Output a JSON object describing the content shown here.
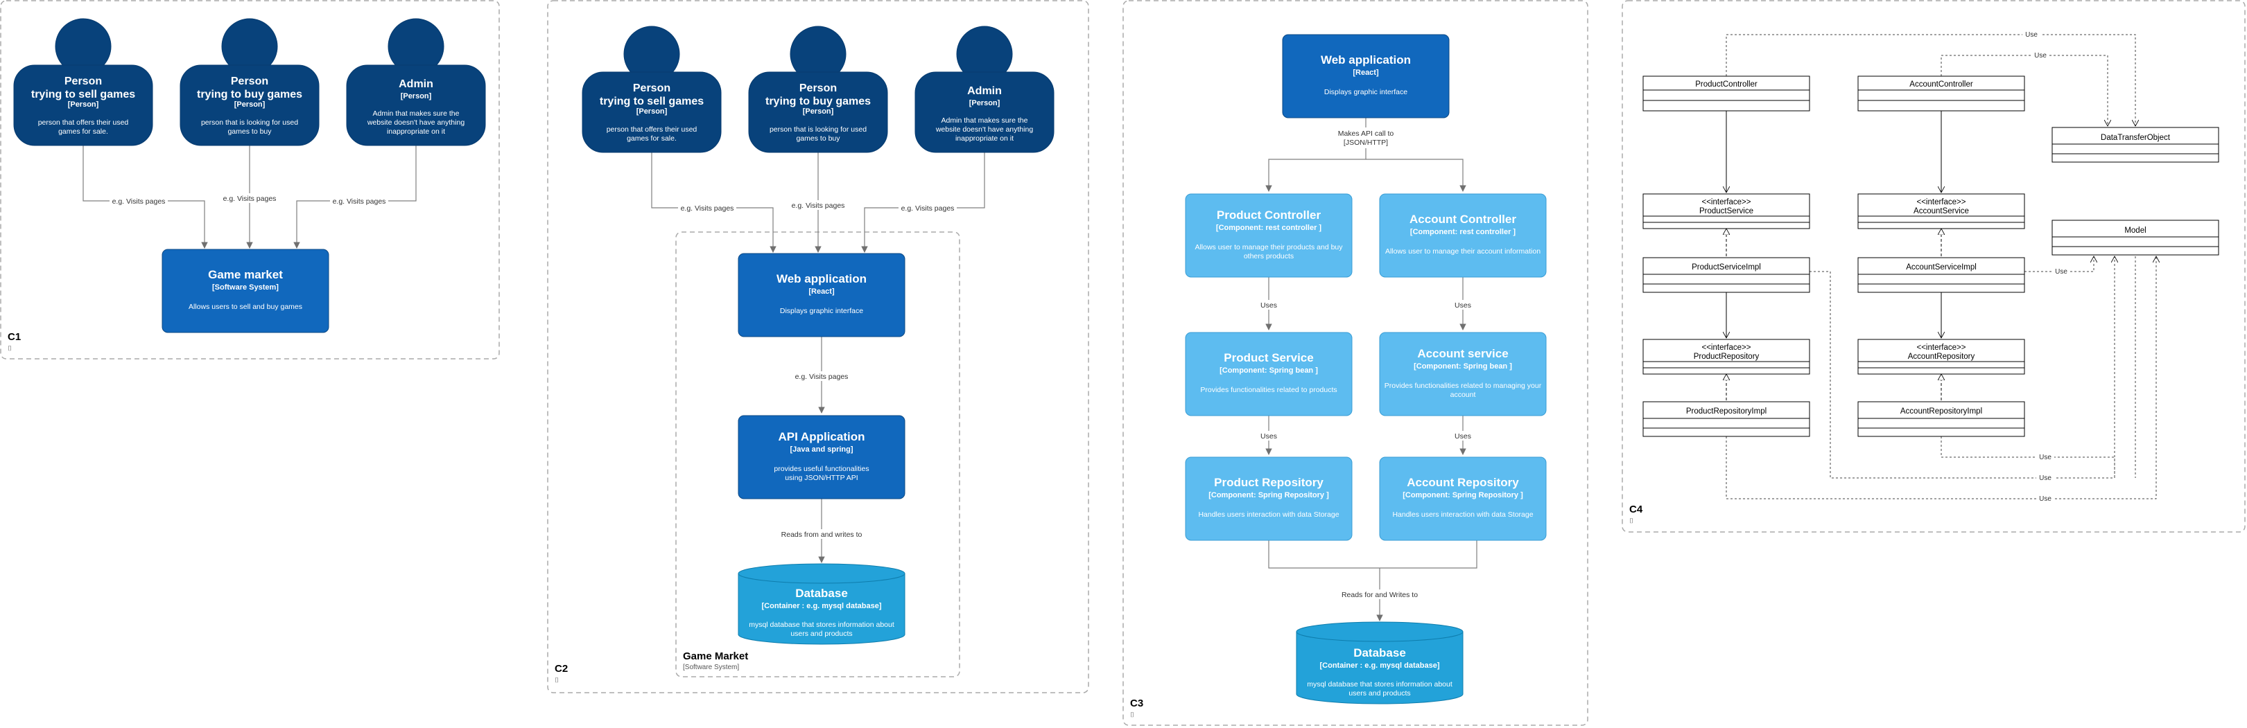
{
  "frames": [
    {
      "id": "c1",
      "label": "C1",
      "marker": "⌷"
    },
    {
      "id": "c2",
      "label": "C2",
      "marker": "⌷"
    },
    {
      "id": "c3",
      "label": "C3",
      "marker": "⌷"
    },
    {
      "id": "c4",
      "label": "C4",
      "marker": "⌷"
    }
  ],
  "c1": {
    "seller": {
      "title1": "Person",
      "title2": "trying to sell games",
      "tech": "[Person]",
      "desc1": "person that offers their used",
      "desc2": "games for sale."
    },
    "buyer": {
      "title1": "Person",
      "title2": "trying to buy games",
      "tech": "[Person]",
      "desc1": "person that is looking for used",
      "desc2": "games to buy"
    },
    "admin": {
      "title1": "Admin",
      "tech": "[Person]",
      "desc1": "Admin that makes sure the",
      "desc2": "website doesn't have anything",
      "desc3": "inappropriate on it"
    },
    "market": {
      "title": "Game market",
      "tech": "[Software System]",
      "desc": "Allows users to sell and buy games"
    },
    "edge_labels": [
      "e.g. Visits pages",
      "e.g. Visits pages",
      "e.g. Visits pages"
    ]
  },
  "c2": {
    "seller": {
      "title1": "Person",
      "title2": "trying to sell games",
      "tech": "[Person]",
      "desc1": "person that offers their used",
      "desc2": "games for sale."
    },
    "buyer": {
      "title1": "Person",
      "title2": "trying to buy games",
      "tech": "[Person]",
      "desc1": "person that is looking for used",
      "desc2": "games to buy"
    },
    "admin": {
      "title1": "Admin",
      "tech": "[Person]",
      "desc1": "Admin that makes sure the",
      "desc2": "website doesn't have anything",
      "desc3": "inappropriate on it"
    },
    "boundary": {
      "title": "Game Market",
      "sub": "[Software System]"
    },
    "webapp": {
      "title": "Web application",
      "tech": "[React]",
      "desc": "Displays graphic interface"
    },
    "api": {
      "title": "API Application",
      "tech": "[Java and spring]",
      "desc1": "provides useful functionalities",
      "desc2": "using JSON/HTTP API"
    },
    "db": {
      "title": "Database",
      "tech": "[Container : e.g. mysql database]",
      "desc1": "mysql database that stores information about",
      "desc2": "users and products"
    },
    "edge_labels": [
      "e.g. Visits pages",
      "e.g. Visits pages",
      "e.g. Visits pages",
      "e.g. Visits pages",
      "Reads from and writes to"
    ]
  },
  "c3": {
    "webapp": {
      "title": "Web application",
      "tech": "[React]",
      "desc": "Displays graphic interface"
    },
    "api_call": {
      "line1": "Makes API call to",
      "line2": "[JSON/HTTP]"
    },
    "product_controller": {
      "title": "Product Controller",
      "tech": "[Component: rest controller ]",
      "desc1": "Allows user to manage their products and buy",
      "desc2": "others products"
    },
    "account_controller": {
      "title": "Account Controller",
      "tech": "[Component: rest controller ]",
      "desc1": "Allows user to manage their account information"
    },
    "product_service": {
      "title": "Product Service",
      "tech": "[Component: Spring bean ]",
      "desc1": "Provides functionalities related to products"
    },
    "account_service": {
      "title": "Account service",
      "tech": "[Component: Spring bean ]",
      "desc1": "Provides functionalities related to managing your",
      "desc2": "account"
    },
    "product_repository": {
      "title": "Product Repository",
      "tech": "[Component: Spring Repository ]",
      "desc1": "Handles users interaction with data Storage"
    },
    "account_repository": {
      "title": "Account Repository",
      "tech": "[Component: Spring Repository ]",
      "desc1": "Handles users interaction with data Storage"
    },
    "db": {
      "title": "Database",
      "tech": "[Container : e.g. mysql database]",
      "desc1": "mysql database that stores information about",
      "desc2": "users and products"
    },
    "edge_labels": [
      "Uses",
      "Uses",
      "Uses",
      "Uses",
      "Reads for and Writes to"
    ]
  },
  "c4": {
    "classes": {
      "product_controller": "ProductController",
      "account_controller": "AccountController",
      "dto": "DataTransferObject",
      "product_service_stereo": "<<interface>>",
      "product_service": "ProductService",
      "account_service_stereo": "<<interface>>",
      "account_service": "AccountService",
      "model": "Model",
      "product_service_impl": "ProductServiceImpl",
      "account_service_impl": "AccountServiceImpl",
      "product_repo_stereo": "<<interface>>",
      "product_repo": "ProductRepository",
      "account_repo_stereo": "<<interface>>",
      "account_repo": "AccountRepository",
      "product_repo_impl": "ProductRepositoryImpl",
      "account_repo_impl": "AccountRepositoryImpl"
    },
    "use_labels": [
      "Use",
      "Use",
      "Use",
      "Use",
      "Use",
      "Use"
    ]
  },
  "colors": {
    "person": "#08427b",
    "system": "#1168bd",
    "component": "#5dbcf0",
    "database": "#23a2d9",
    "frame_border": "#aaaaaa",
    "edge": "#7f7f7f"
  }
}
